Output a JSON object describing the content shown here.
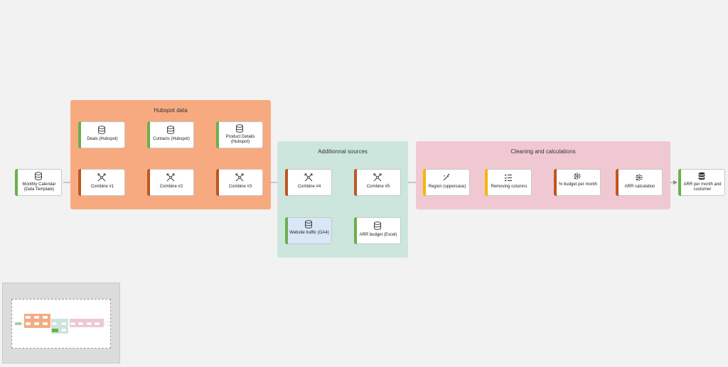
{
  "groups": {
    "hubspot": "Hubspot data",
    "additional": "Additionnal sources",
    "cleaning": "Cleaning and calculations"
  },
  "nodes": {
    "monthly_calendar": "Monthly Calendar (Data Template)",
    "deals": "Deals (Hubspot)",
    "contacts": "Contacts (Hubspot)",
    "product_details": "Product Details (Hubspot)",
    "combine1": "Combine #1",
    "combine2": "Combine #2",
    "combine3": "Combine #3",
    "combine4": "Combine #4",
    "combine5": "Combine #5",
    "website_traffic": "Website traffic (GA4)",
    "arr_budget": "ARR budget (Excel)",
    "region": "Region (uppercase)",
    "removing_columns": "Removing columns",
    "pct_budget": "% budget per month",
    "arr_calc": "ARR calculation",
    "arr_output": "ARR per month and customer"
  },
  "colors": {
    "hubspot_group": "#f7aa80",
    "additional_group": "#cce6de",
    "cleaning_group": "#f0c8d2",
    "source_bar": "#6ab04c",
    "combine_bar": "#c0561f",
    "clean_bar": "#f2b705"
  }
}
